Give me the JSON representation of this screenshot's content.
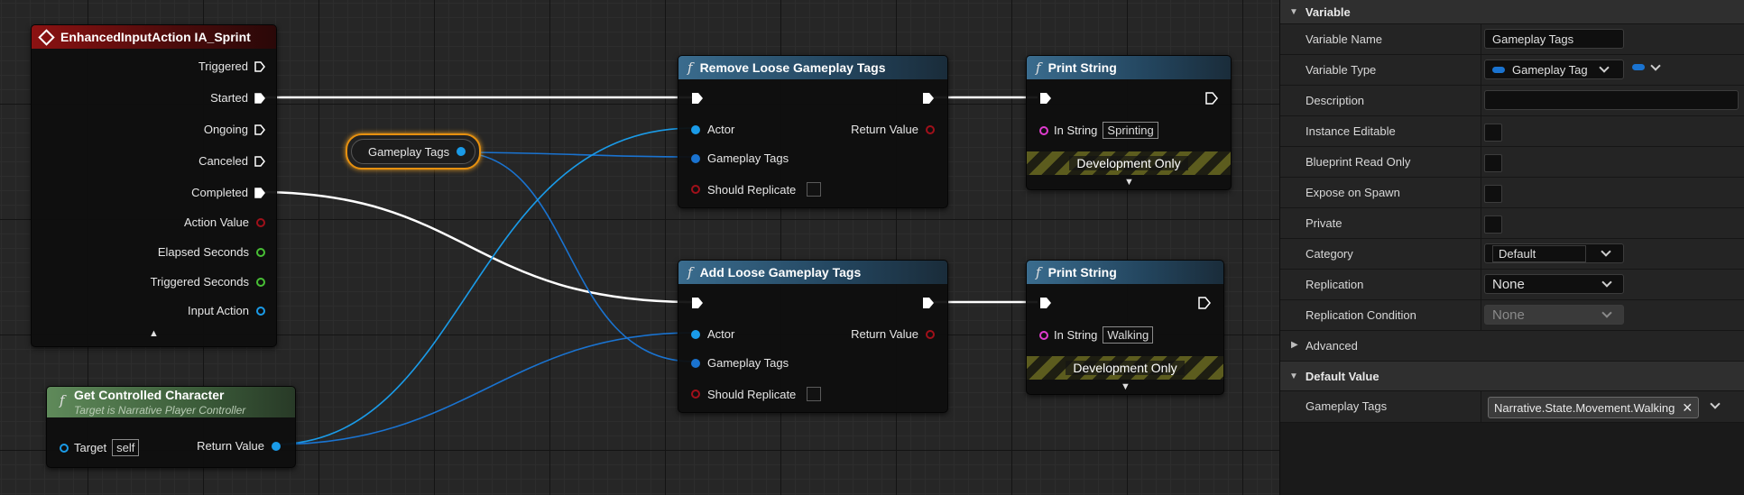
{
  "graph": {
    "event_node": {
      "title": "EnhancedInputAction IA_Sprint",
      "outputs": [
        "Triggered",
        "Started",
        "Ongoing",
        "Canceled",
        "Completed",
        "Action Value",
        "Elapsed Seconds",
        "Triggered Seconds",
        "Input Action"
      ]
    },
    "get_controlled_character": {
      "title": "Get Controlled Character",
      "subtitle": "Target is Narrative Player Controller",
      "target_label": "Target",
      "target_value": "self",
      "return_label": "Return Value"
    },
    "gameplay_tags_var": {
      "label": "Gameplay Tags"
    },
    "remove_node": {
      "title": "Remove Loose Gameplay Tags",
      "actor": "Actor",
      "tags": "Gameplay Tags",
      "replicate": "Should Replicate",
      "return": "Return Value"
    },
    "add_node": {
      "title": "Add Loose Gameplay Tags",
      "actor": "Actor",
      "tags": "Gameplay Tags",
      "replicate": "Should Replicate",
      "return": "Return Value"
    },
    "print_top": {
      "title": "Print String",
      "in_string": "In String",
      "value": "Sprinting",
      "dev": "Development Only"
    },
    "print_bottom": {
      "title": "Print String",
      "in_string": "In String",
      "value": "Walking",
      "dev": "Development Only"
    }
  },
  "details": {
    "variable_section": "Variable",
    "rows": {
      "name_label": "Variable Name",
      "name_value": "Gameplay Tags",
      "type_label": "Variable Type",
      "type_value": "Gameplay Tag",
      "desc_label": "Description",
      "instance_label": "Instance Editable",
      "bp_readonly_label": "Blueprint Read Only",
      "expose_label": "Expose on Spawn",
      "private_label": "Private",
      "category_label": "Category",
      "category_value": "Default",
      "replication_label": "Replication",
      "replication_value": "None",
      "repcond_label": "Replication Condition",
      "repcond_value": "None"
    },
    "advanced_section": "Advanced",
    "default_section": "Default Value",
    "default_row_label": "Gameplay Tags",
    "default_tag": "Narrative.State.Movement.Walking"
  },
  "colors": {
    "exec": "#ffffff",
    "object_pin": "#1a9be8",
    "bool_pin": "#a0101a",
    "float_pin": "#48c035",
    "string_pin": "#e03ccf",
    "selection": "#e6900f"
  }
}
